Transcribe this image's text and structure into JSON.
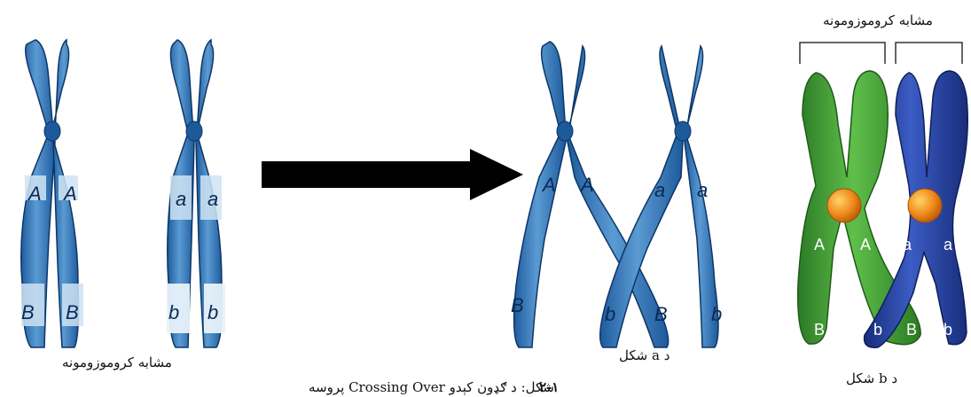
{
  "labels": {
    "homologous_left": "مشابه کروموزومونه",
    "homologous_top_right": "مشابه کروموزومونه",
    "figure_a": "د a شکل",
    "figure_b": "د b شکل",
    "caption_number": "۲-۱",
    "caption_text": "شکل: د ګډون کېدو Crossing Over پروسه"
  },
  "alleles": {
    "left_pair": [
      "A",
      "A",
      "a",
      "a",
      "B",
      "B",
      "b",
      "b"
    ],
    "crossed_pair": [
      "A",
      "A",
      "a",
      "a",
      "B",
      "b",
      "B",
      "b"
    ],
    "colored_pair": [
      "A",
      "A",
      "a",
      "a",
      "B",
      "b",
      "B",
      "b"
    ]
  },
  "colors": {
    "chromosome_blue": "#2f6fb0",
    "chromosome_light": "#cfe3f3",
    "green_chromosome": "#3f9a35",
    "dark_blue_chromosome": "#243f9a",
    "centromere": "#f08a1a",
    "arrow": "#000000"
  },
  "icons": [
    "chromosome-icon",
    "arrow-right-icon",
    "centromere-icon"
  ]
}
